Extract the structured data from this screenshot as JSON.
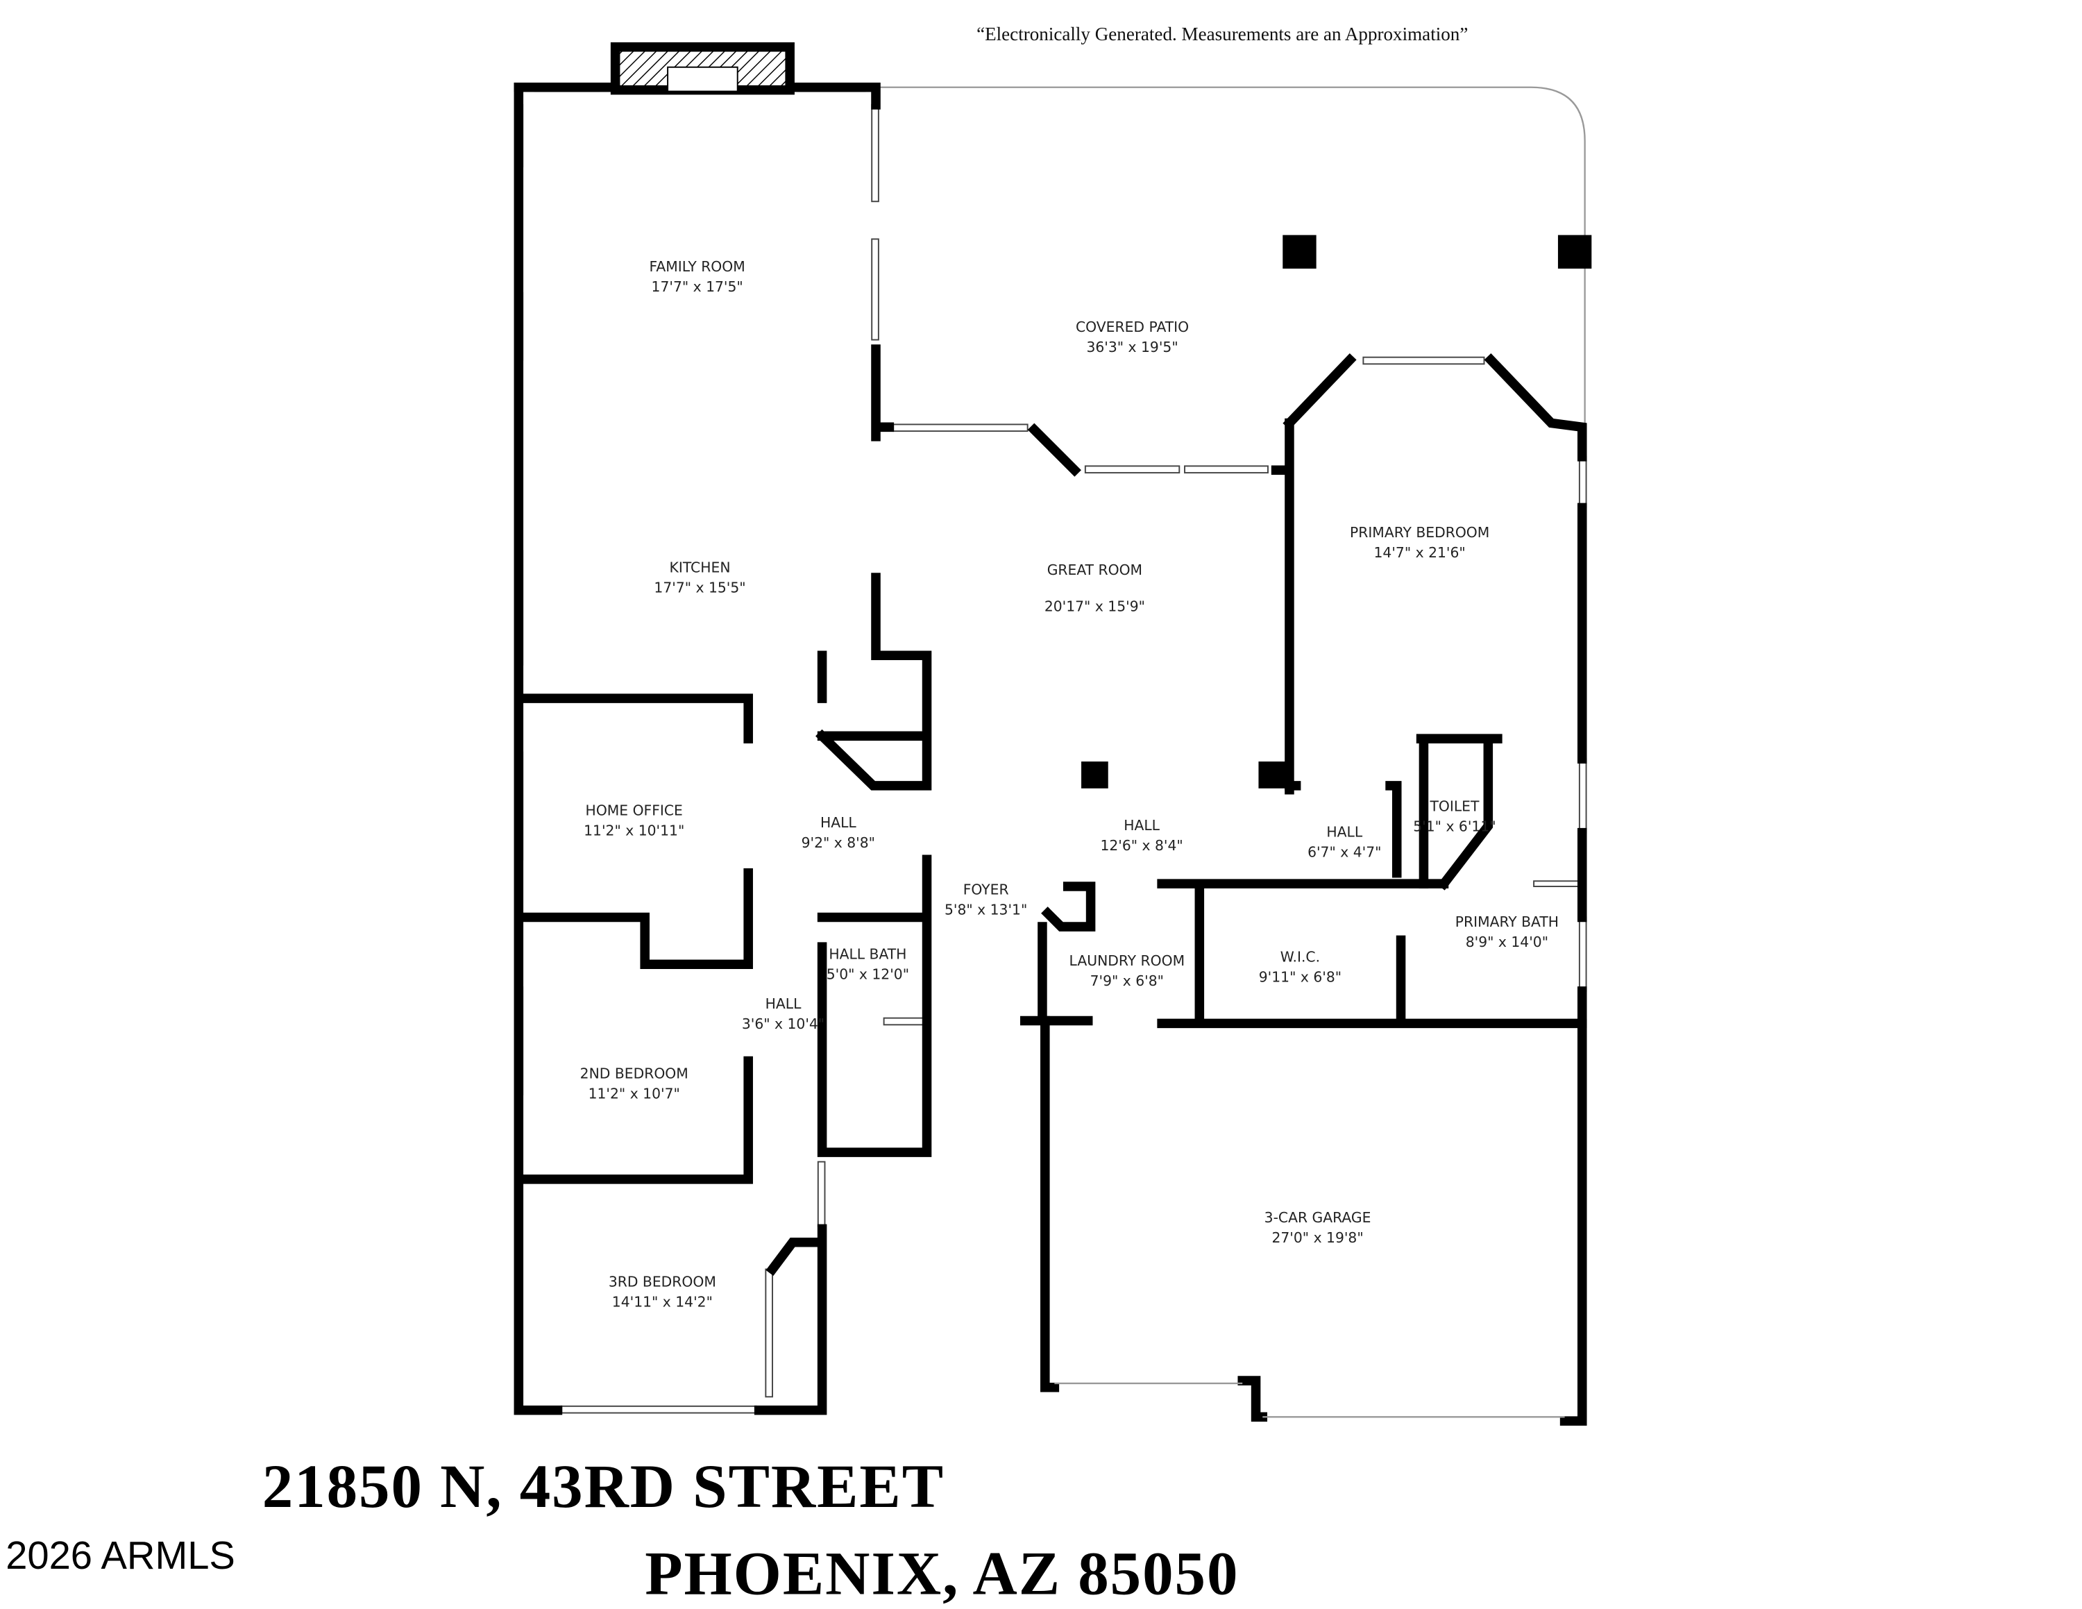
{
  "note": "“Electronically Generated.  Measurements are an Approximation”",
  "rooms": [
    {
      "name": "FAMILY ROOM",
      "size": "17'7\" x 17'5\""
    },
    {
      "name": "COVERED PATIO",
      "size": "36'3\" x 19'5\""
    },
    {
      "name": "KITCHEN",
      "size": "17'7\" x 15'5\""
    },
    {
      "name": "GREAT ROOM",
      "size": "20'17\" x 15'9\""
    },
    {
      "name": "PRIMARY BEDROOM",
      "size": "14'7\" x 21'6\""
    },
    {
      "name": "HOME OFFICE",
      "size": "11'2\" x 10'11\""
    },
    {
      "name": "HALL",
      "size": "9'2\" x 8'8\""
    },
    {
      "name": "HALL",
      "size": "12'6\" x 8'4\""
    },
    {
      "name": "HALL",
      "size": "6'7\" x 4'7\""
    },
    {
      "name": "TOILET",
      "size": "5'1\" x 6'11\""
    },
    {
      "name": "FOYER",
      "size": "5'8\" x 13'1\""
    },
    {
      "name": "PRIMARY BATH",
      "size": "8'9\" x 14'0\""
    },
    {
      "name": "HALL BATH",
      "size": "5'0\" x 12'0\""
    },
    {
      "name": "LAUNDRY ROOM",
      "size": "7'9\" x 6'8\""
    },
    {
      "name": "W.I.C.",
      "size": "9'11\" x 6'8\""
    },
    {
      "name": "HALL",
      "size": "3'6\" x 10'4\""
    },
    {
      "name": "2ND BEDROOM",
      "size": "11'2\" x 10'7\""
    },
    {
      "name": "3-CAR GARAGE",
      "size": "27'0\" x 19'8\""
    },
    {
      "name": "3RD BEDROOM",
      "size": "14'11\" x 14'2\""
    }
  ],
  "address": {
    "line1": "21850 N, 43RD STREET",
    "line2": "PHOENIX, AZ 85050"
  },
  "copyright": "2026 ARMLS"
}
